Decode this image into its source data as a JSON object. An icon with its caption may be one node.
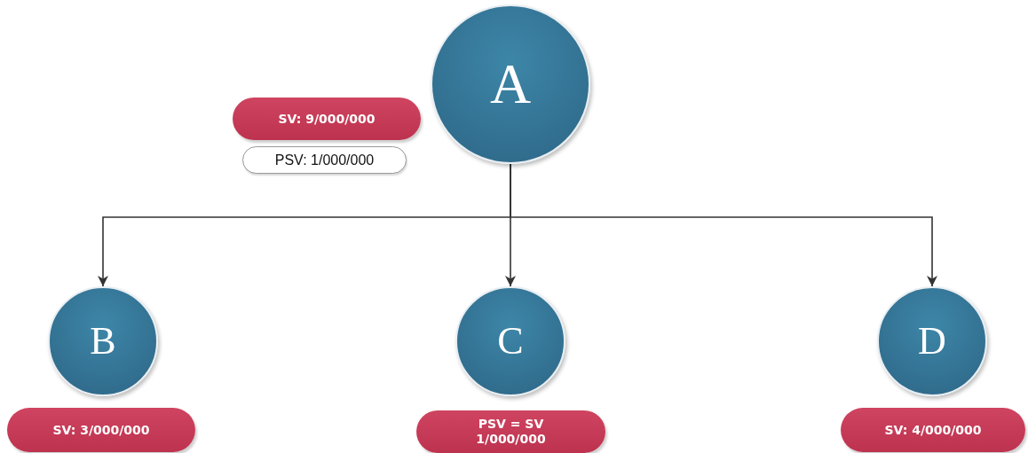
{
  "diagram": {
    "nodes": [
      {
        "text": [
          "A"
        ]
      },
      {
        "text": [
          "SV: 9/000/000"
        ]
      },
      {
        "text": [
          "PSV: 1/000/000"
        ]
      },
      {
        "text": [
          "B"
        ]
      },
      {
        "text": [
          "C"
        ]
      },
      {
        "text": [
          "D"
        ]
      },
      {
        "text": [
          "SV: 3/000/000"
        ]
      },
      {
        "text": [
          "PSV = SV",
          "1/000/000"
        ]
      },
      {
        "text": [
          "SV: 4/000/000"
        ]
      }
    ],
    "edges": [
      {
        "from": 0,
        "to": 3,
        "arrow": "to"
      },
      {
        "from": 0,
        "to": 4,
        "arrow": "to"
      },
      {
        "from": 0,
        "to": 5,
        "arrow": "to"
      }
    ]
  }
}
